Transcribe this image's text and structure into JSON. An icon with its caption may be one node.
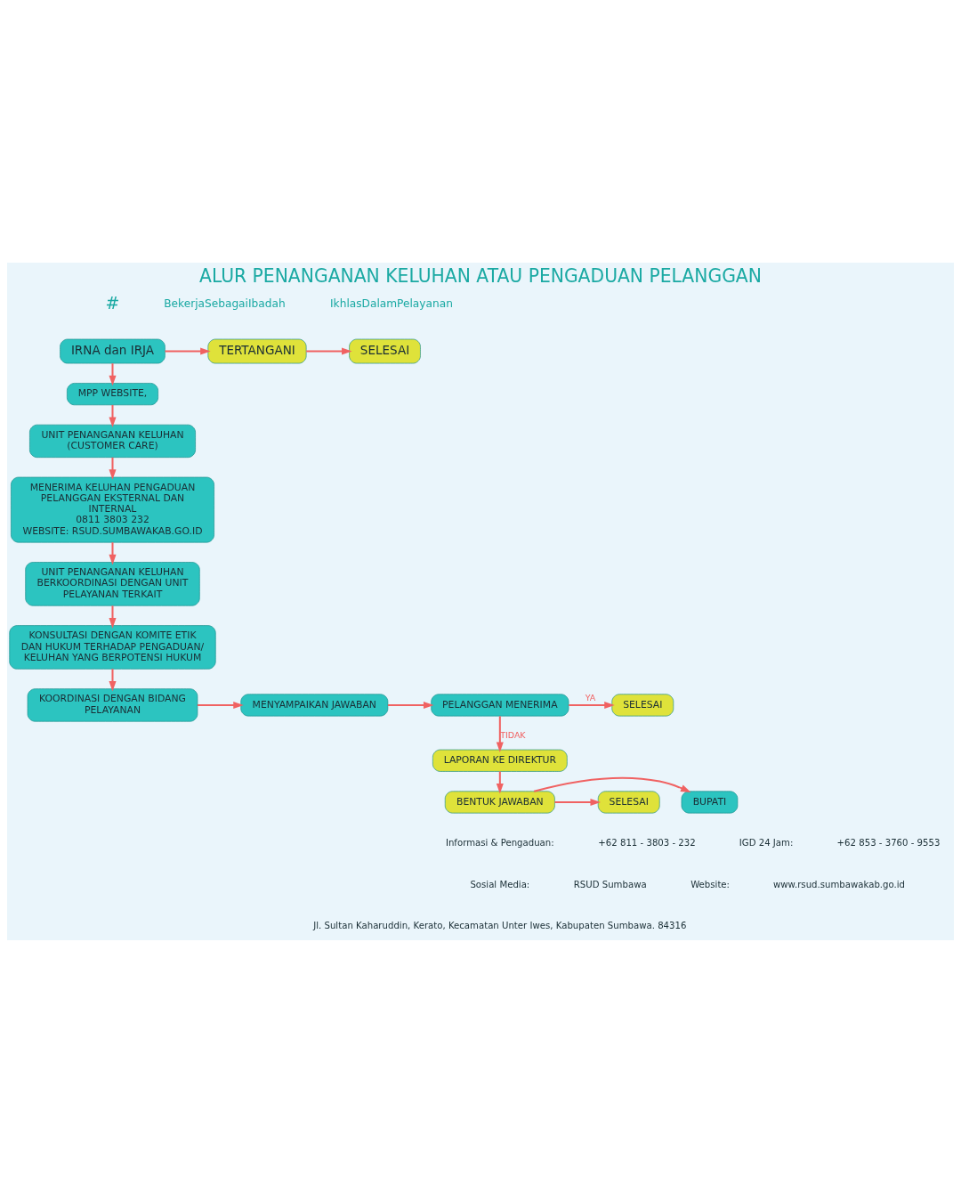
{
  "diagram": {
    "title": "ALUR PENANGANAN KELUHAN ATAU PENGADUAN PELANGGAN",
    "nodes": [
      {
        "text": [
          "IRNA dan IRJA"
        ]
      },
      {
        "text": [
          "TERTANGANI"
        ]
      },
      {
        "text": [
          "SELESAI"
        ]
      },
      {
        "text": [
          "MPP WEBSITE,"
        ]
      },
      {
        "text": [
          "UNIT PENANGANAN KELUHAN (CUSTOMER CARE)"
        ]
      },
      {
        "text": [
          "MENERIMA KELUHAN PENGADUAN PELANGGAN EKSTERNAL DAN INTERNAL",
          "0811 3803 232",
          "WEBSITE: RSUD.SUMBAWAKAB.GO.ID"
        ]
      },
      {
        "text": [
          "UNIT PENANGANAN KELUHAN BERKOORDINASI DENGAN UNIT PELAYANAN TERKAIT"
        ]
      },
      {
        "text": [
          "KONSULTASI DENGAN KOMITE ETIK DAN HUKUM TERHADAP PENGADUAN/ KELUHAN YANG BERPOTENSI HUKUM"
        ]
      },
      {
        "text": [
          "KOORDINASI DENGAN BIDANG PELAYANAN"
        ]
      },
      {
        "text": [
          "MENYAMPAIKAN JAWABAN"
        ]
      },
      {
        "text": [
          "PELANGGAN MENERIMA"
        ]
      },
      {
        "text": [
          "SELESAI"
        ]
      },
      {
        "text": [
          "LAPORAN KE DIREKTUR"
        ]
      },
      {
        "text": [
          "BUPATI"
        ]
      },
      {
        "text": [
          "BENTUK JAWABAN"
        ]
      },
      {
        "text": [
          "SELESAI"
        ]
      }
    ],
    "edges": [
      {
        "from": 0,
        "to": 1,
        "arrow": "to"
      },
      {
        "from": 1,
        "to": 2,
        "arrow": "to"
      },
      {
        "from": 0,
        "to": 3,
        "arrow": "to"
      },
      {
        "from": 3,
        "to": 4,
        "arrow": "to"
      },
      {
        "from": 4,
        "to": 5,
        "arrow": "to"
      },
      {
        "from": 5,
        "to": 6,
        "arrow": "to"
      },
      {
        "from": 6,
        "to": 7,
        "arrow": "to"
      },
      {
        "from": 7,
        "to": 8,
        "arrow": "to"
      },
      {
        "from": 8,
        "to": 9,
        "arrow": "to"
      },
      {
        "from": 9,
        "to": 10,
        "arrow": "to"
      },
      {
        "from": 10,
        "to": 11,
        "label": "YA",
        "arrow": "to"
      },
      {
        "from": 10,
        "to": 12,
        "label": "TIDAK",
        "arrow": "to"
      },
      {
        "from": 12,
        "to": 14,
        "arrow": "to"
      },
      {
        "from": 14,
        "to": 13,
        "arrow": "to"
      },
      {
        "from": 14,
        "to": 15,
        "arrow": "to"
      }
    ],
    "labels": [
      "#",
      "BekerjaSebagaiIbadah",
      "IkhlasDalamPelayanan",
      "Informasi & Pengaduan:",
      "+62 811 - 3803 - 232",
      "IGD 24 Jam:",
      "+62 853 - 3760 - 9553",
      "Sosial Media:",
      "RSUD Sumbawa",
      "Website:",
      "www.rsud.sumbawakab.go.id",
      "Jl. Sultan Kaharuddin, Kerato, Kecamatan Unter Iwes, Kabupaten Sumbawa. 84316"
    ]
  }
}
